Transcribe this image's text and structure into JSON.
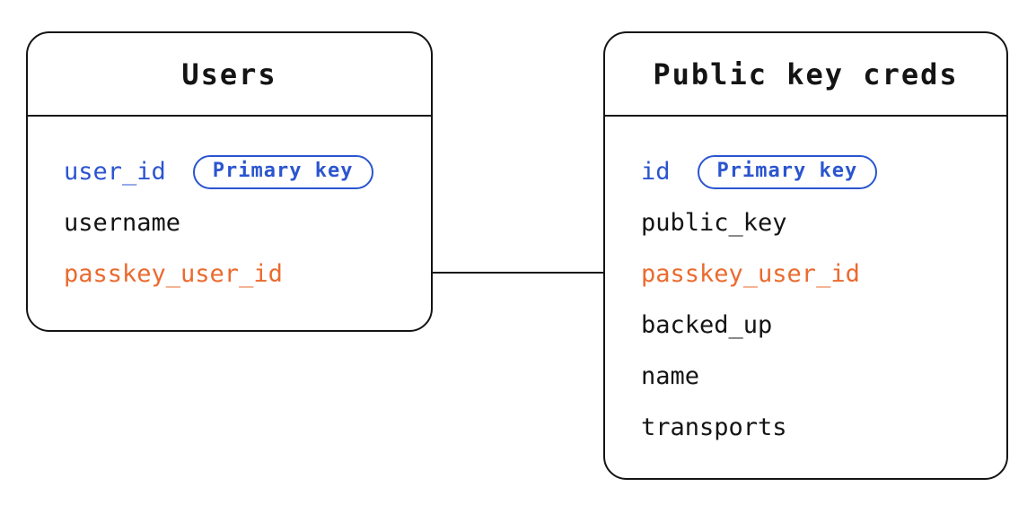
{
  "diagram": {
    "colors": {
      "primary_key_blue": "#2b55cf",
      "foreign_key_orange": "#eb6a2e",
      "ink_black": "#141414",
      "background": "#ffffff"
    },
    "tables": [
      {
        "title": "Users",
        "fields": [
          {
            "name": "user_id",
            "color": "blue",
            "badge": "Primary key"
          },
          {
            "name": "username",
            "color": "black"
          },
          {
            "name": "passkey_user_id",
            "color": "orange"
          }
        ]
      },
      {
        "title": "Public key creds",
        "fields": [
          {
            "name": "id",
            "color": "blue",
            "badge": "Primary key"
          },
          {
            "name": "public_key",
            "color": "black"
          },
          {
            "name": "passkey_user_id",
            "color": "orange"
          },
          {
            "name": "backed_up",
            "color": "black"
          },
          {
            "name": "name",
            "color": "black"
          },
          {
            "name": "transports",
            "color": "black"
          }
        ]
      }
    ],
    "relationship": {
      "from_table": "Users",
      "from_field": "passkey_user_id",
      "to_table": "Public key creds",
      "to_field": "passkey_user_id"
    }
  }
}
